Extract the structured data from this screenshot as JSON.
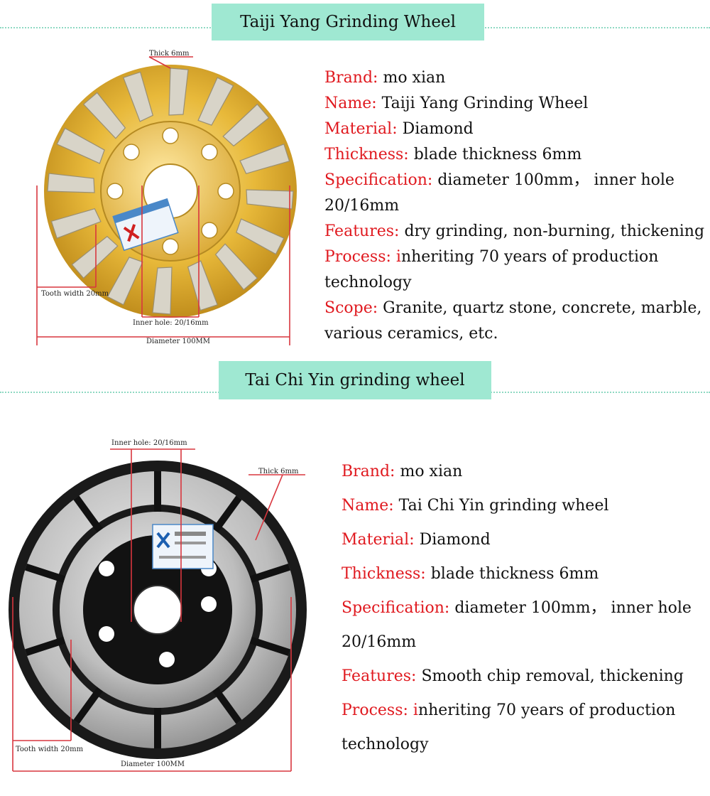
{
  "section1": {
    "title": "Taiji Yang Grinding Wheel",
    "figure": {
      "thick_label": "Thick 6mm",
      "tooth_label": "Tooth width 20mm",
      "inner_label": "Inner hole: 20/16mm",
      "diameter_label": "Diameter 100MM"
    },
    "specs": [
      {
        "label": "Brand:",
        "value": " mo xian"
      },
      {
        "label": "Name:",
        "value": " Taiji Yang Grinding Wheel"
      },
      {
        "label": "Material:",
        "value": " Diamond"
      },
      {
        "label": "Thickness:",
        "value": " blade thickness 6mm"
      },
      {
        "label": "Specification:",
        "value": " diameter 100mm， inner hole"
      },
      {
        "label": "",
        "value": "20/16mm"
      },
      {
        "label": "Features:",
        "value": " dry grinding, non-burning, thickening"
      },
      {
        "label": "Process: i",
        "value": "nheriting 70 years of production"
      },
      {
        "label": "",
        "value": "technology"
      },
      {
        "label": "Scope:",
        "value": " Granite, quartz stone, concrete, marble,"
      },
      {
        "label": "",
        "value": "various ceramics, etc."
      }
    ]
  },
  "section2": {
    "title": "Tai Chi Yin grinding wheel",
    "figure": {
      "inner_label": "Inner hole: 20/16mm",
      "thick_label": "Thick 6mm",
      "tooth_label": "Tooth width 20mm",
      "diameter_label": "Diameter 100MM"
    },
    "specs": [
      {
        "label": "Brand:",
        "value": " mo xian"
      },
      {
        "label": "Name:",
        "value": " Tai Chi Yin grinding wheel"
      },
      {
        "label": "Material:",
        "value": " Diamond"
      },
      {
        "label": "Thickness:",
        "value": " blade thickness 6mm"
      },
      {
        "label": "Specification:",
        "value": " diameter 100mm， inner hole"
      },
      {
        "label": "",
        "value": "20/16mm"
      },
      {
        "label": "Features:",
        "value": " Smooth chip removal, thickening"
      },
      {
        "label": "Process: i",
        "value": "nheriting 70 years of production"
      },
      {
        "label": "",
        "value": "technology"
      }
    ]
  },
  "colors": {
    "banner": "#9fe8d2",
    "label_red": "#e0191f",
    "dots": "#8fd9c2",
    "gold": "#e8b93a",
    "black_core": "#111111",
    "dimension_line": "#d9363e"
  }
}
